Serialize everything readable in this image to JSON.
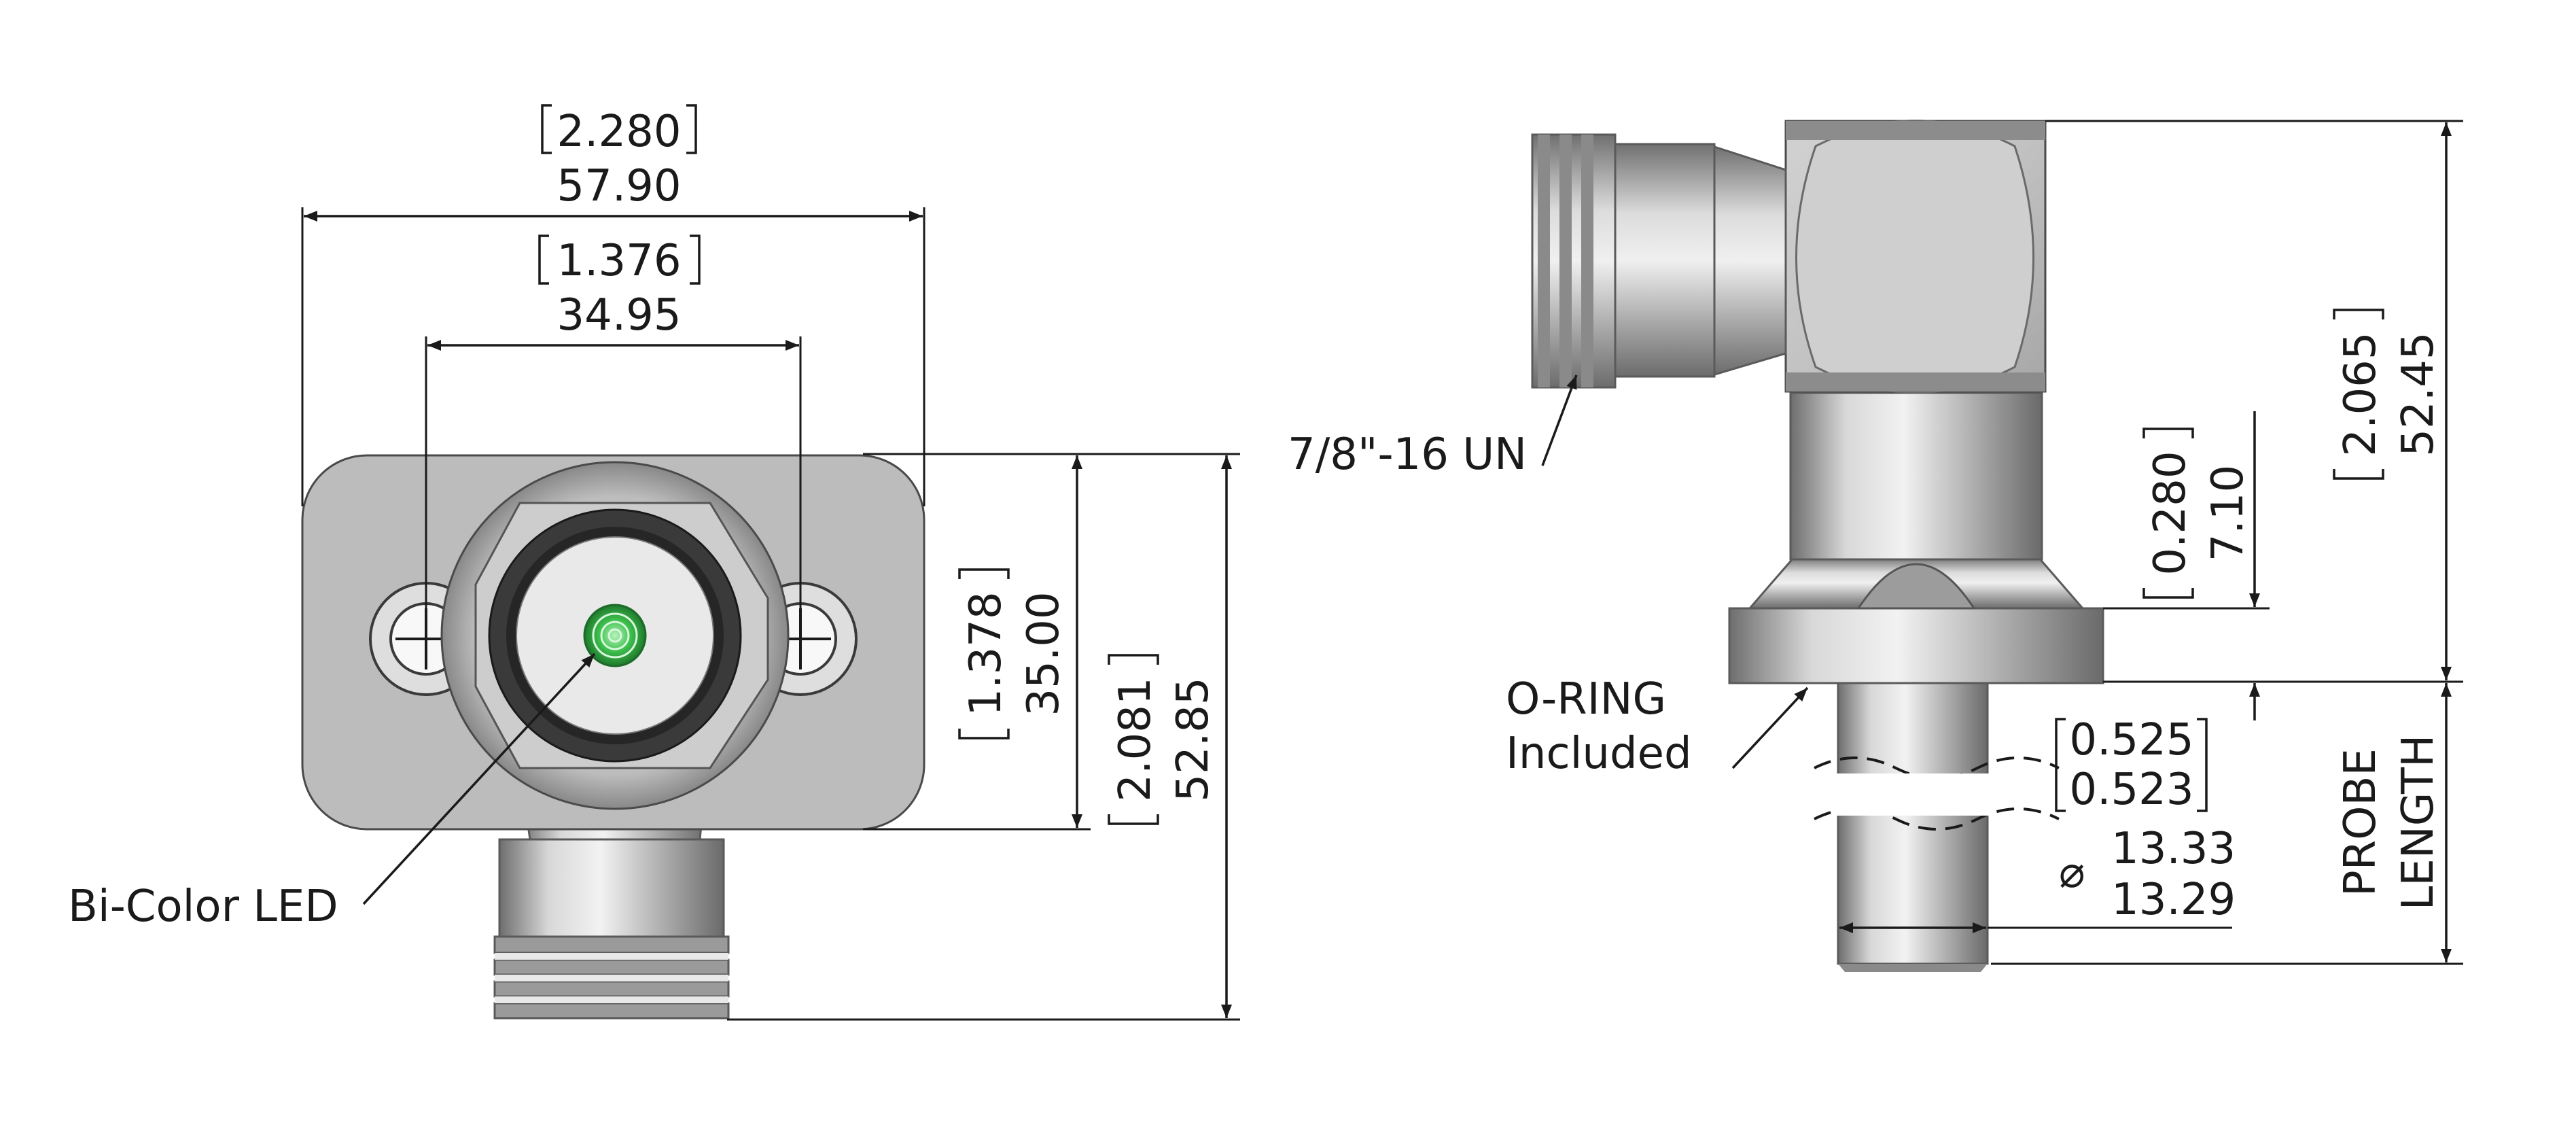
{
  "front_view": {
    "overall_width": {
      "inch": "2.280",
      "mm": "57.90"
    },
    "mounting_hole_spacing": {
      "inch": "1.376",
      "mm": "34.95"
    },
    "flange_height": {
      "inch": "1.378",
      "mm": "35.00"
    },
    "overall_height": {
      "inch": "2.081",
      "mm": "52.85"
    },
    "led_callout": "Bi-Color LED"
  },
  "side_view": {
    "thread_callout": "7/8\"-16 UN",
    "overall_height": {
      "inch": "2.065",
      "mm": "52.45"
    },
    "flange_thickness": {
      "inch": "0.280",
      "mm": "7.10"
    },
    "oring_callout": [
      "O-RING",
      "Included"
    ],
    "probe_diameter": {
      "symbol": "⌀",
      "inch": [
        "0.525",
        "0.523"
      ],
      "mm": [
        "13.33",
        "13.29"
      ]
    },
    "probe_length_label": [
      "PROBE",
      "LENGTH"
    ]
  },
  "colors": {
    "steel_light": "#e2e2e2",
    "steel_dark": "#7a7a7a",
    "flange_plate": "#bcbcbc",
    "led_green": "#3fc24f",
    "line": "#1a1a1a"
  }
}
